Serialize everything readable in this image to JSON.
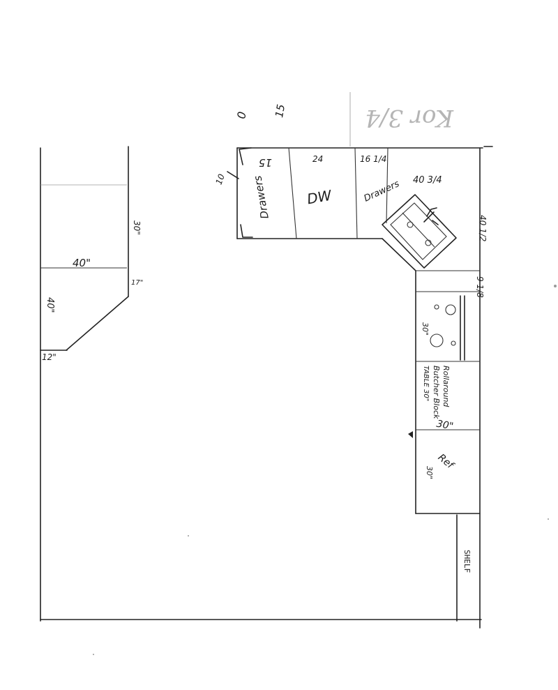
{
  "left_island": {
    "width_label": "40\"",
    "side_label": "40\"",
    "depth_label": "30\"",
    "short_side_label": "17\"",
    "bottom_label": "12\""
  },
  "top_run": {
    "corner_label": "10",
    "drawers_left_width": "15",
    "drawers_left_label": "Drawers",
    "dw_width": "24",
    "dw_label": "DW",
    "drawers_right_width": "16 1/4",
    "drawers_right_label": "Drawers",
    "sink_width": "40 3/4",
    "corner_right_label": "40 1/2"
  },
  "right_run": {
    "filler_label": "9 1/8",
    "range_width": "30\"",
    "rollaround_line1": "Rollaround",
    "rollaround_line2": "Butcher Block",
    "rollaround_line3": "TABLE 30\"",
    "rollaround_width": "30\"",
    "ref_label": "Ref",
    "ref_width": "30\"",
    "shelf_label": "SHELF"
  },
  "header_marks": {
    "mark_a": "0",
    "mark_b": "15",
    "ghost_text": "Kor 3/4"
  }
}
